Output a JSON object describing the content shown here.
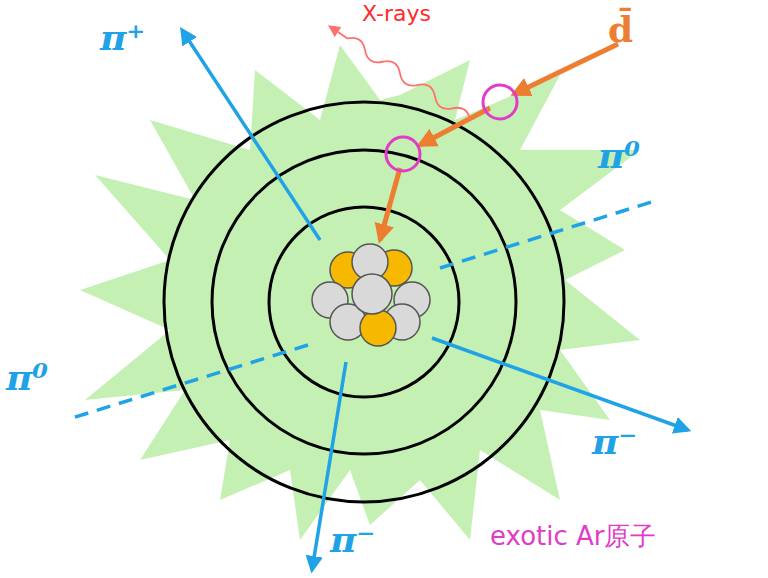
{
  "diagram": {
    "labels": [
      "X-rays",
      "d̄",
      "π⁺",
      "π⁰",
      "π⁰",
      "π⁻",
      "π⁻",
      "exotic Ar原子"
    ]
  }
}
